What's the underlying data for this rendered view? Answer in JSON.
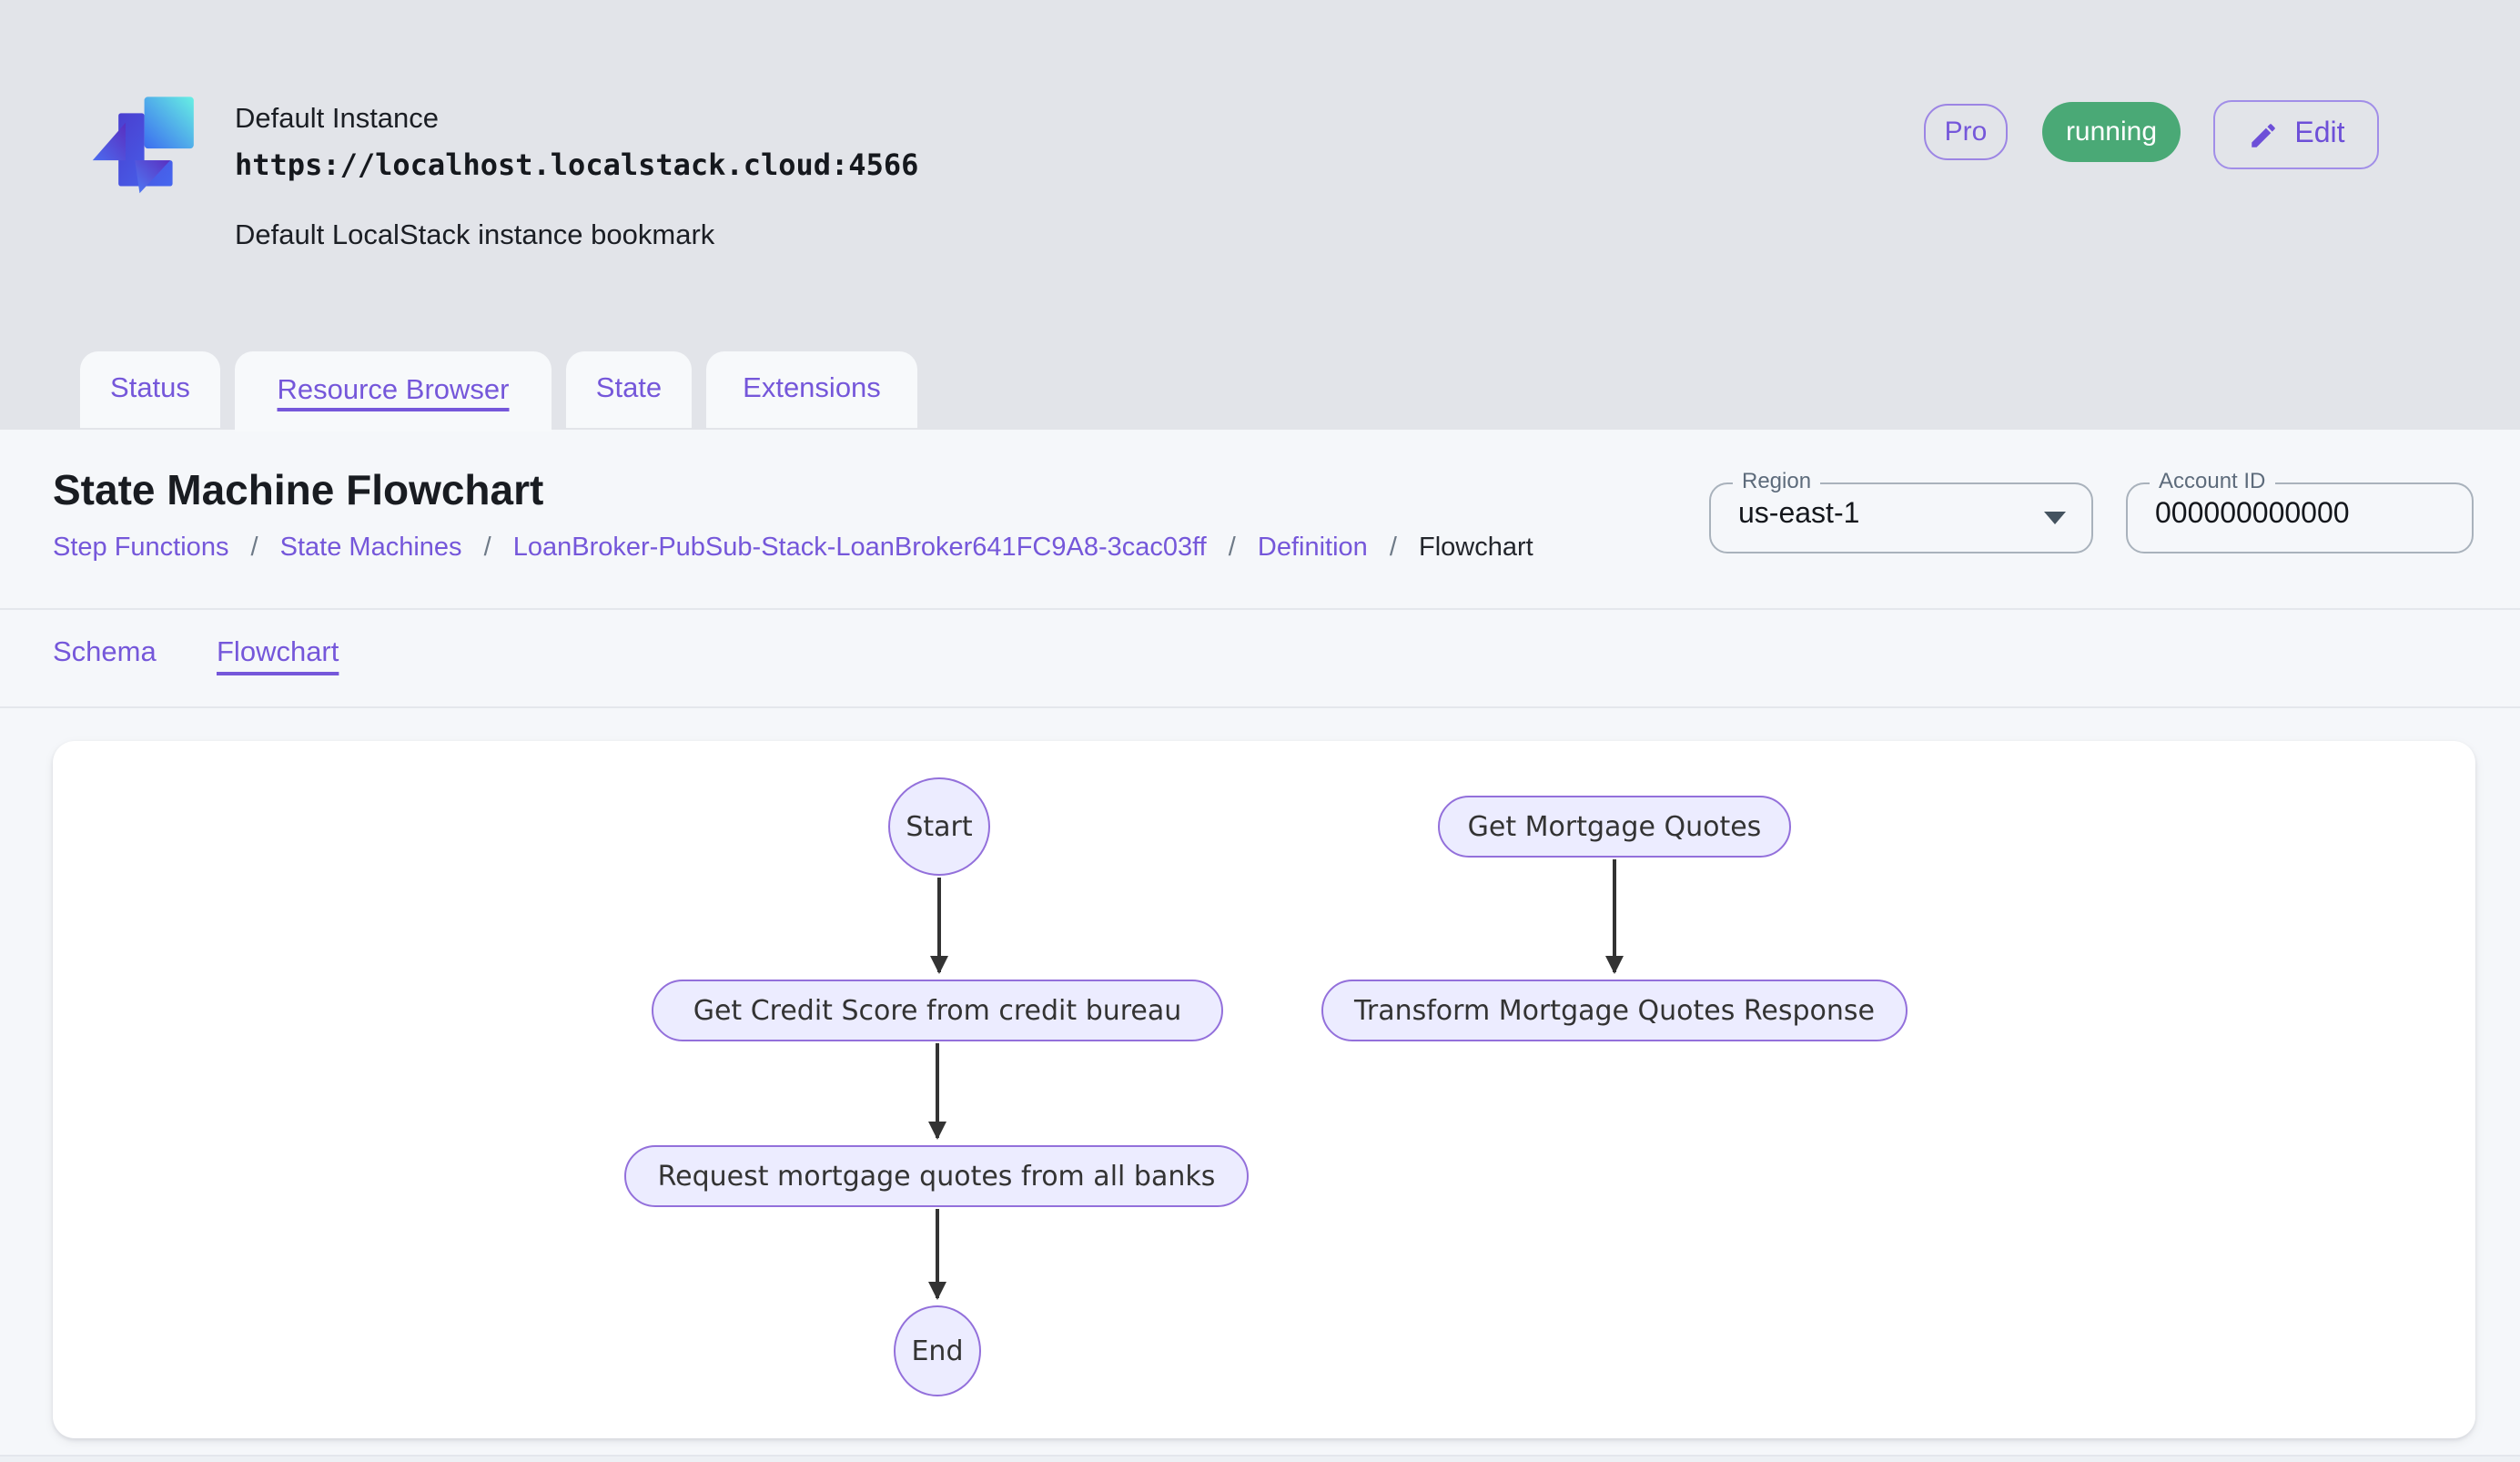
{
  "header": {
    "instance_name": "Default Instance",
    "instance_url": "https://localhost.localstack.cloud:4566",
    "instance_description": "Default LocalStack instance bookmark",
    "pro_badge": "Pro",
    "status_badge": "running",
    "edit_button": "Edit"
  },
  "tabs": [
    {
      "label": "Status",
      "active": false
    },
    {
      "label": "Resource Browser",
      "active": true
    },
    {
      "label": "State",
      "active": false
    },
    {
      "label": "Extensions",
      "active": false
    }
  ],
  "page": {
    "title": "State Machine Flowchart"
  },
  "breadcrumb": {
    "separator": "/",
    "items": [
      {
        "label": "Step Functions",
        "link": true
      },
      {
        "label": "State Machines",
        "link": true
      },
      {
        "label": "LoanBroker-PubSub-Stack-LoanBroker641FC9A8-3cac03ff",
        "link": true
      },
      {
        "label": "Definition",
        "link": true
      },
      {
        "label": "Flowchart",
        "link": false
      }
    ]
  },
  "controls": {
    "region": {
      "label": "Region",
      "value": "us-east-1"
    },
    "account": {
      "label": "Account ID",
      "value": "000000000000"
    }
  },
  "subtabs": [
    {
      "label": "Schema",
      "active": false
    },
    {
      "label": "Flowchart",
      "active": true
    }
  ],
  "flowchart": {
    "nodes": [
      {
        "id": "start",
        "label": "Start",
        "shape": "ellipse"
      },
      {
        "id": "credit",
        "label": "Get Credit Score from credit bureau",
        "shape": "stadium"
      },
      {
        "id": "request",
        "label": "Request mortgage quotes from all banks",
        "shape": "stadium"
      },
      {
        "id": "end",
        "label": "End",
        "shape": "ellipse"
      },
      {
        "id": "gmq",
        "label": "Get Mortgage Quotes",
        "shape": "stadium"
      },
      {
        "id": "transform",
        "label": "Transform Mortgage Quotes Response",
        "shape": "stadium"
      }
    ],
    "edges": [
      {
        "from": "start",
        "to": "credit"
      },
      {
        "from": "credit",
        "to": "request"
      },
      {
        "from": "request",
        "to": "end"
      },
      {
        "from": "gmq",
        "to": "transform"
      }
    ]
  },
  "colors": {
    "accent_purple": "#7557da",
    "badge_green": "#4aa976",
    "node_fill": "#ECECFF",
    "node_border": "#9370DB",
    "edge_stroke": "#333333",
    "header_bg": "#E2E4E9",
    "content_bg": "#F5F7FA"
  }
}
